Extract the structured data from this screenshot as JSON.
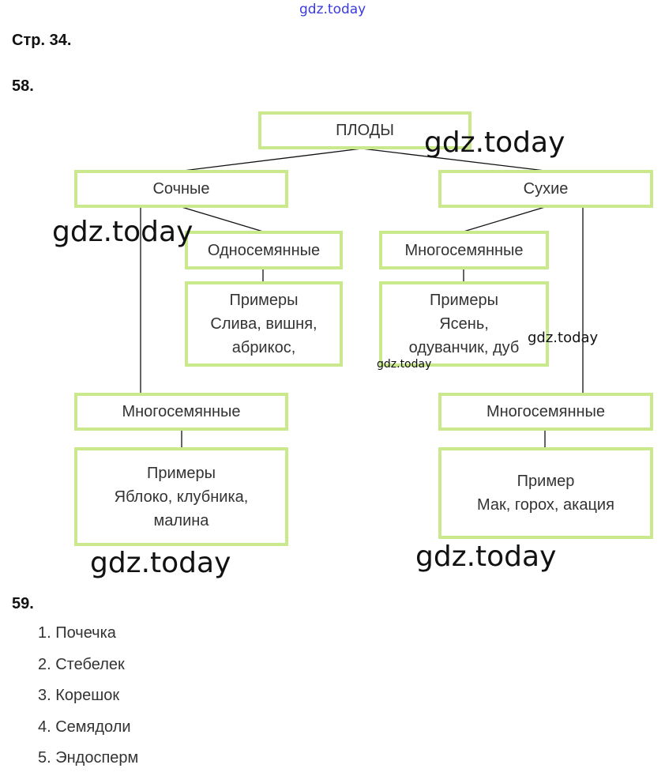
{
  "header": {
    "page": "Стр. 34.",
    "task58": "58.",
    "task59": "59."
  },
  "diagram": {
    "root": "ПЛОДЫ",
    "juicy": "Сочные",
    "dry": "Сухие",
    "juicy_single": "Односемянные",
    "juicy_single_examples": [
      "Примеры",
      "Слива, вишня,",
      "абрикос,"
    ],
    "dry_multi_upper": "Многосемянные",
    "dry_multi_upper_examples": [
      "Примеры",
      "Ясень,",
      "одуванчик, дуб"
    ],
    "juicy_multi": "Многосемянные",
    "juicy_multi_examples": [
      "Примеры",
      "Яблоко, клубника,",
      "малина"
    ],
    "dry_multi_lower": "Многосемянные",
    "dry_multi_lower_examples": [
      "Пример",
      "Мак, горох, акация"
    ]
  },
  "list59": [
    "1. Почечка",
    "2. Стебелек",
    "3. Корешок",
    "4. Семядоли",
    "5. Эндосперм"
  ],
  "watermarks": [
    "gdz.today",
    "gdz.today",
    "gdz.today",
    "gdz.today",
    "gdz.today",
    "gdz.today",
    "gdz.today"
  ]
}
